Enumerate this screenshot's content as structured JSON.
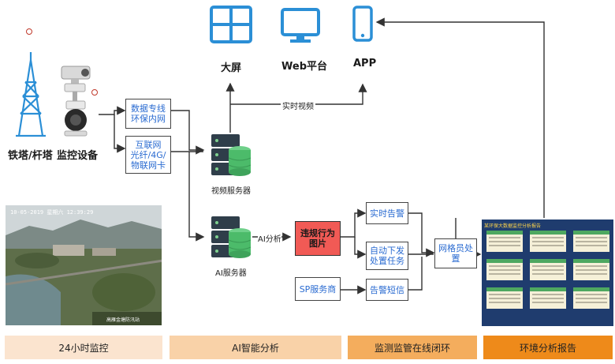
{
  "source": {
    "tower_label": "铁塔/杆塔",
    "camera_label": "监控设备"
  },
  "network": {
    "private": "数据专线\n环保内网",
    "internet": "互联网\n光纤/4G/\n物联网卡"
  },
  "servers": {
    "video": "视频服务器",
    "ai": "AI服务器"
  },
  "outputs": {
    "screen": "大屏",
    "web": "Web平台",
    "app": "APP",
    "realtime_video": "实时视频"
  },
  "flow": {
    "ai_analysis": "AI分析",
    "violation": "违规行为\n图片",
    "realtime_alert": "实时告警",
    "auto_task": "自动下发\n处置任务",
    "sp_provider": "SP服务商",
    "sms_alert": "告警短信",
    "grid_member": "网格员处\n置"
  },
  "photo": {
    "timestamp": "10-05-2019 星期六 12:39:29",
    "caption": "高雁金塘防汛站"
  },
  "report": {
    "title": "某环保大数据监控分析报告"
  },
  "bottom_bar": [
    {
      "label": "24小时监控",
      "color": "#fbe4cf"
    },
    {
      "label": "AI智能分析",
      "color": "#f9d2a8"
    },
    {
      "label": "监测监管在线闭环",
      "color": "#f4ad5d"
    },
    {
      "label": "环境分析报告",
      "color": "#ee8a1a"
    }
  ],
  "colors": {
    "icon_blue": "#2b8fd6",
    "server_dark": "#2f3e4a",
    "server_green": "#4cbb6a",
    "red_box": "#f15a55"
  }
}
